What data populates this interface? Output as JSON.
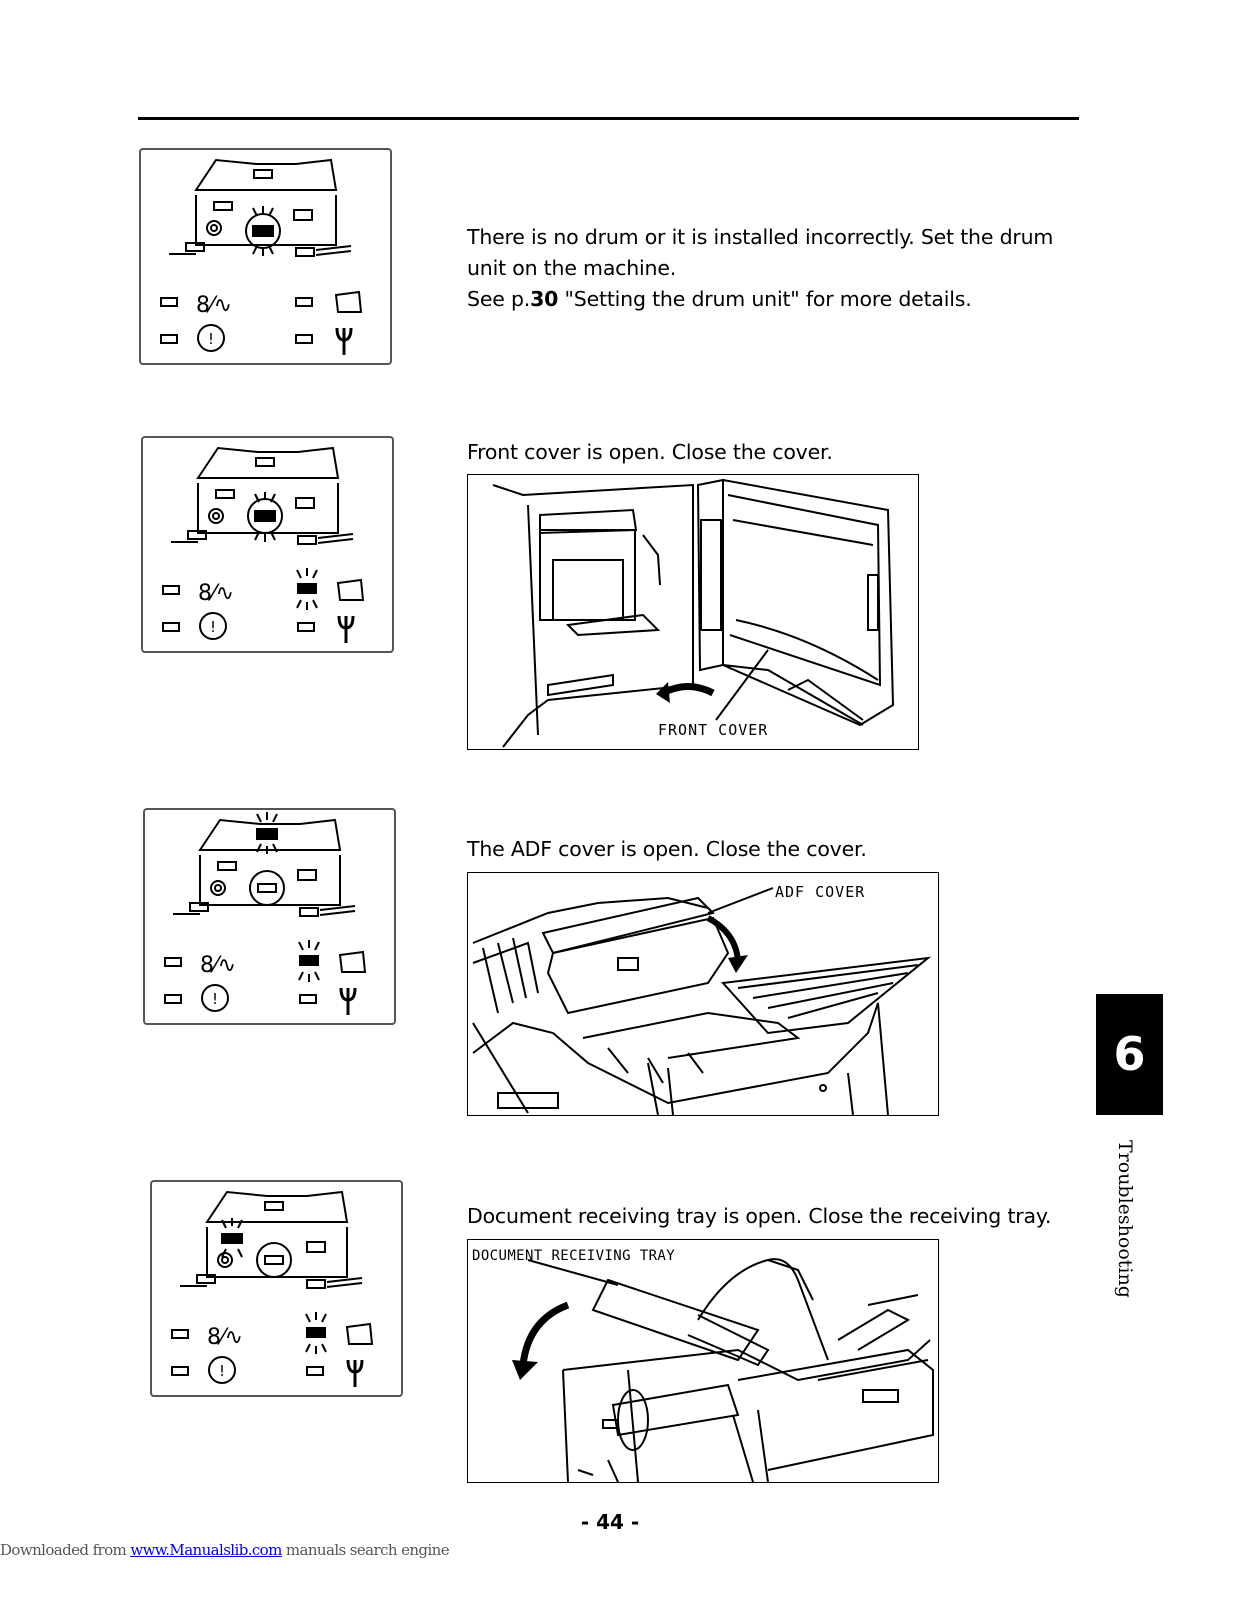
{
  "sections": [
    {
      "message_plain_1": "There is no drum or it is installed incorrectly. Set the drum",
      "message_plain_2": "unit on the machine.",
      "see_prefix": "See p.",
      "see_page": "30",
      "see_suffix": " \"Setting the drum unit\" for more details."
    },
    {
      "message": "Front cover is open. Close the cover.",
      "illustration_label": "FRONT COVER"
    },
    {
      "message": "The ADF cover is open. Close the cover.",
      "illustration_label": "ADF COVER"
    },
    {
      "message": "Document receiving tray is open. Close the receiving tray.",
      "illustration_label": "DOCUMENT RECEIVING TRAY"
    }
  ],
  "chapter_tab": {
    "number": "6",
    "label": "Troubleshooting"
  },
  "page_number": "- 44 -",
  "footer": {
    "prefix": "Downloaded from ",
    "link_text": "www.Manualslib.com",
    "suffix": "  manuals search engine"
  }
}
